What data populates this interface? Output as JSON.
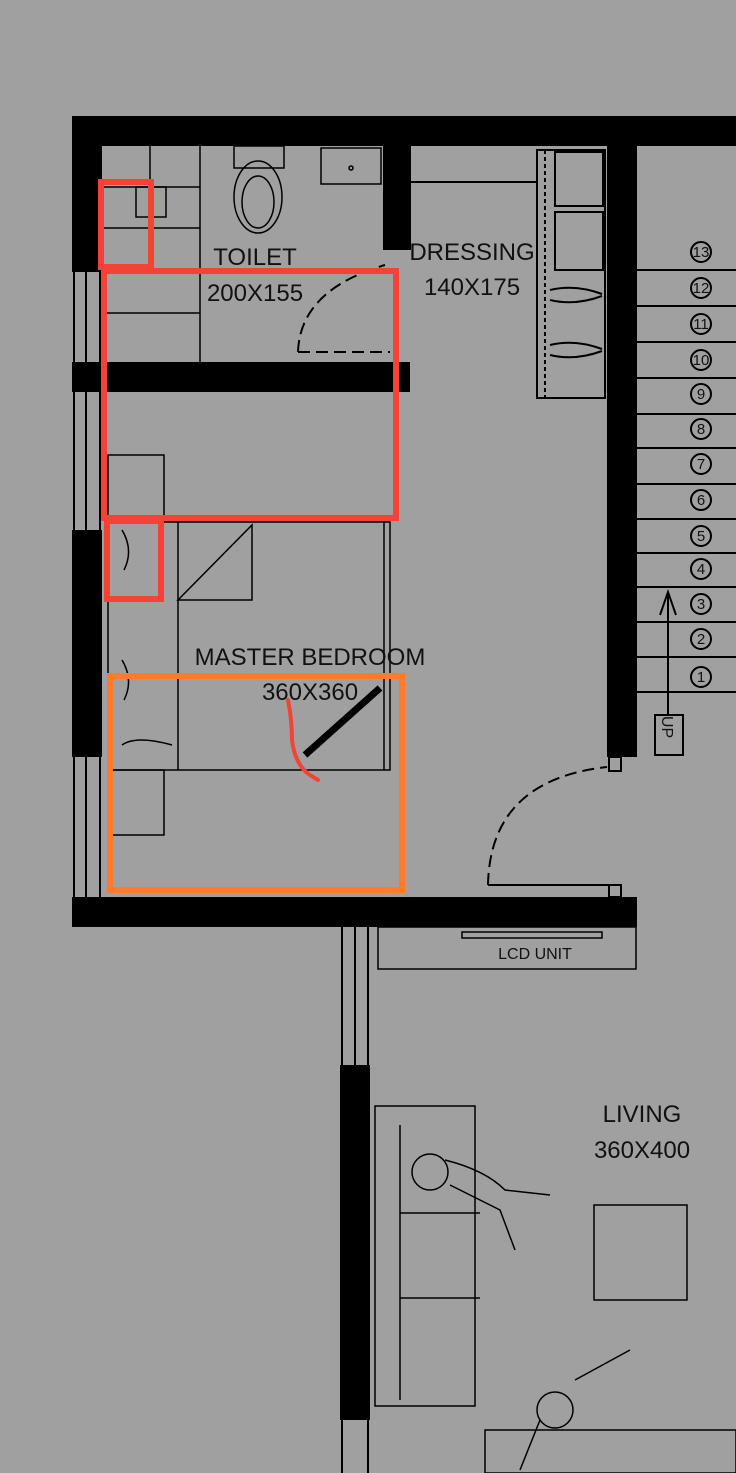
{
  "rooms": {
    "toilet": {
      "name": "TOILET",
      "size": "200X155"
    },
    "dressing": {
      "name": "DRESSING",
      "size": "140X175"
    },
    "master_bedroom": {
      "name": "MASTER BEDROOM",
      "size": "360X360"
    },
    "living": {
      "name": "LIVING",
      "size": "360X400"
    }
  },
  "fixtures": {
    "lcd_unit": "LCD UNIT"
  },
  "stairs": {
    "up_label": "UP",
    "steps": [
      "1",
      "2",
      "3",
      "4",
      "5",
      "6",
      "7",
      "8",
      "9",
      "10",
      "11",
      "12",
      "13"
    ]
  },
  "colors": {
    "background": "#a0a0a0",
    "wall": "#000000",
    "annotation_red": "#f44336",
    "annotation_orange": "#ff7a29"
  }
}
